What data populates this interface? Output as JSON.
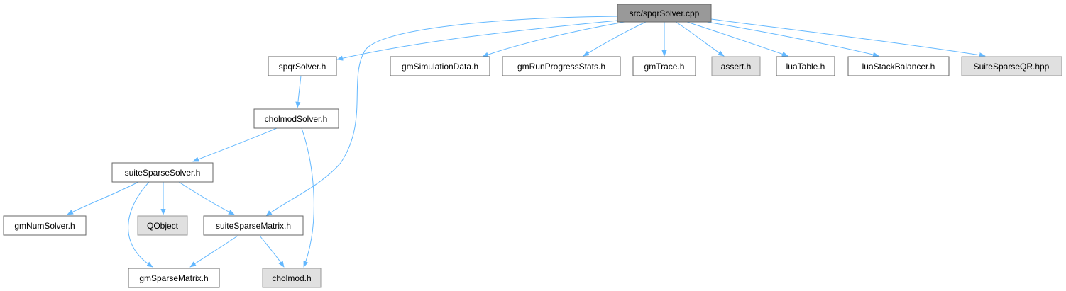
{
  "diagram": {
    "nodes": [
      {
        "id": "root",
        "label": "src/spqrSolver.cpp",
        "style": "root"
      },
      {
        "id": "spqrSolver_h",
        "label": "spqrSolver.h",
        "style": "normal"
      },
      {
        "id": "gmSimulationData_h",
        "label": "gmSimulationData.h",
        "style": "normal"
      },
      {
        "id": "gmRunProgressStats_h",
        "label": "gmRunProgressStats.h",
        "style": "normal"
      },
      {
        "id": "gmTrace_h",
        "label": "gmTrace.h",
        "style": "normal"
      },
      {
        "id": "assert_h",
        "label": "assert.h",
        "style": "external"
      },
      {
        "id": "luaTable_h",
        "label": "luaTable.h",
        "style": "normal"
      },
      {
        "id": "luaStackBalancer_h",
        "label": "luaStackBalancer.h",
        "style": "normal"
      },
      {
        "id": "SuiteSparseQR_hpp",
        "label": "SuiteSparseQR.hpp",
        "style": "external"
      },
      {
        "id": "cholmodSolver_h",
        "label": "cholmodSolver.h",
        "style": "normal"
      },
      {
        "id": "suiteSparseSolver_h",
        "label": "suiteSparseSolver.h",
        "style": "normal"
      },
      {
        "id": "gmNumSolver_h",
        "label": "gmNumSolver.h",
        "style": "normal"
      },
      {
        "id": "QObject",
        "label": "QObject",
        "style": "external"
      },
      {
        "id": "suiteSparseMatrix_h",
        "label": "suiteSparseMatrix.h",
        "style": "normal"
      },
      {
        "id": "gmSparseMatrix_h",
        "label": "gmSparseMatrix.h",
        "style": "normal"
      },
      {
        "id": "cholmod_h",
        "label": "cholmod.h",
        "style": "external"
      }
    ],
    "edges": [
      {
        "from": "root",
        "to": "spqrSolver_h"
      },
      {
        "from": "root",
        "to": "suiteSparseMatrix_h"
      },
      {
        "from": "root",
        "to": "gmSimulationData_h"
      },
      {
        "from": "root",
        "to": "gmRunProgressStats_h"
      },
      {
        "from": "root",
        "to": "gmTrace_h"
      },
      {
        "from": "root",
        "to": "assert_h"
      },
      {
        "from": "root",
        "to": "luaTable_h"
      },
      {
        "from": "root",
        "to": "luaStackBalancer_h"
      },
      {
        "from": "root",
        "to": "SuiteSparseQR_hpp"
      },
      {
        "from": "spqrSolver_h",
        "to": "cholmodSolver_h"
      },
      {
        "from": "cholmodSolver_h",
        "to": "suiteSparseSolver_h"
      },
      {
        "from": "cholmodSolver_h",
        "to": "cholmod_h"
      },
      {
        "from": "suiteSparseSolver_h",
        "to": "gmNumSolver_h"
      },
      {
        "from": "suiteSparseSolver_h",
        "to": "gmSparseMatrix_h"
      },
      {
        "from": "suiteSparseSolver_h",
        "to": "QObject"
      },
      {
        "from": "suiteSparseSolver_h",
        "to": "suiteSparseMatrix_h"
      },
      {
        "from": "suiteSparseMatrix_h",
        "to": "gmSparseMatrix_h"
      },
      {
        "from": "suiteSparseMatrix_h",
        "to": "cholmod_h"
      }
    ],
    "colors": {
      "edge": "#63b8ff",
      "root_fill": "#999999",
      "external_fill": "#e0e0e0",
      "normal_fill": "#ffffff",
      "normal_border": "#666666",
      "external_border": "#999999",
      "root_border": "#666666"
    }
  }
}
